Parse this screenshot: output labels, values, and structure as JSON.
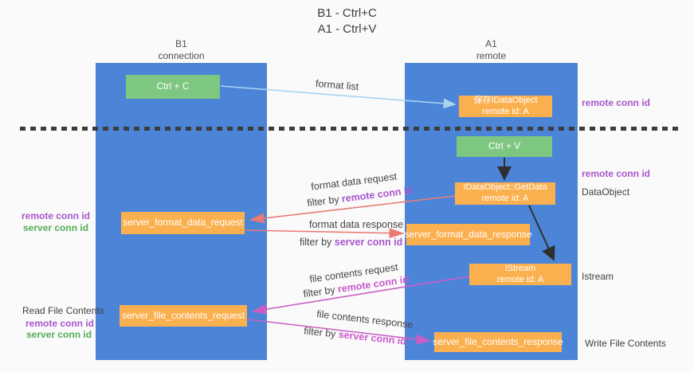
{
  "title": {
    "line1": "B1 - Ctrl+C",
    "line2": "A1 - Ctrl+V"
  },
  "columns": {
    "left": {
      "name": "B1",
      "subtitle": "connection"
    },
    "right": {
      "name": "A1",
      "subtitle": "remote"
    }
  },
  "boxes": {
    "ctrl_c": {
      "label": "Ctrl + C"
    },
    "save_idataobject": {
      "line1": "保存IDataObject",
      "line2": "remote id: A"
    },
    "ctrl_v": {
      "label": "Ctrl + V"
    },
    "getdata": {
      "line1": "IDataObject::GetData",
      "line2": "remote id: A"
    },
    "istream": {
      "line1": "IStream",
      "line2": "remote id: A"
    },
    "format_request": {
      "label": "server_format_data_request"
    },
    "format_response": {
      "label": "server_format_data_response"
    },
    "file_request": {
      "label": "server_file_contents_request"
    },
    "file_response": {
      "label": "server_file_contents_response"
    }
  },
  "flow_labels": {
    "format_list": "format list",
    "format_request": "format data request",
    "format_request_filter_prefix": "filter by ",
    "format_request_filter_key": "remote conn id",
    "format_response": "format data response",
    "format_response_filter_prefix": "filter by ",
    "format_response_filter_key": "server conn id",
    "file_request": "file contents request",
    "file_request_filter_prefix": "filter by ",
    "file_request_filter_key": "remote conn id",
    "file_response": "file contents response",
    "file_response_filter_prefix": "filter by ",
    "file_response_filter_key": "server conn id"
  },
  "side_labels": {
    "right_top_remote_conn": "remote conn id",
    "right_mid_remote_conn": "remote conn id",
    "right_dataobject": "DataObject",
    "right_istream": "Istream",
    "right_write_file": "Write File Contents",
    "left_remote_conn_1": "remote conn id",
    "left_server_conn_1": "server conn id",
    "left_read_file": "Read File Contents",
    "left_remote_conn_2": "remote conn id",
    "left_server_conn_2": "server conn id"
  },
  "colors": {
    "column_blue": "#4c85d8",
    "box_orange": "#fbb04f",
    "box_green": "#7ec781",
    "arrow_black": "#2f2f2f",
    "arrow_salmon": "#e97a74",
    "arrow_magenta": "#cb5ec4",
    "arrow_lightblue": "#a9d3f1",
    "label_purple": "#a855cd",
    "label_magenta": "#c958c9",
    "label_green": "#53ae57",
    "text_dark": "#3f3f3f"
  }
}
